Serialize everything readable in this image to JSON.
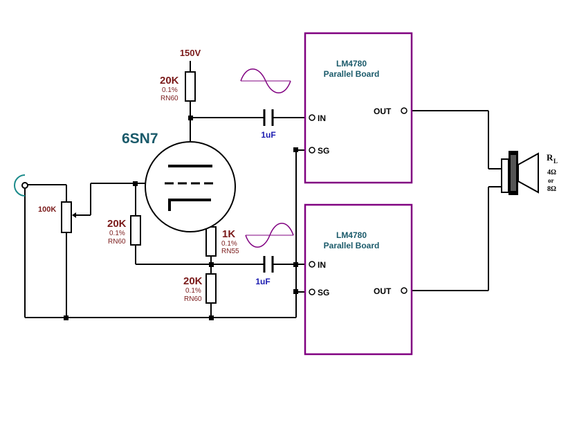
{
  "supply_label": "150V",
  "tube_label": "6SN7",
  "r_plate": {
    "value": "20K",
    "tol": "0.1%",
    "type": "RN60"
  },
  "r_input": {
    "value": "100K"
  },
  "r_grid": {
    "value": "20K",
    "tol": "0.1%",
    "type": "RN60"
  },
  "r_cathode": {
    "value": "1K",
    "tol": "0.1%",
    "type": "RN55"
  },
  "r_bottom": {
    "value": "20K",
    "tol": "0.1%",
    "type": "RN60"
  },
  "cap_top": "1uF",
  "cap_bottom": "1uF",
  "board_top": {
    "line1": "LM4780",
    "line2": "Parallel Board",
    "in": "IN",
    "sg": "SG",
    "out": "OUT"
  },
  "board_bottom": {
    "line1": "LM4780",
    "line2": "Parallel Board",
    "in": "IN",
    "sg": "SG",
    "out": "OUT"
  },
  "load": {
    "r": "R",
    "sub": "L",
    "imp1": "4Ω",
    "or": "or",
    "imp2": "8Ω"
  },
  "colors": {
    "wire": "#000000",
    "board": "#800080",
    "sine": "#800080",
    "resistor_fill": "#ffffff"
  }
}
